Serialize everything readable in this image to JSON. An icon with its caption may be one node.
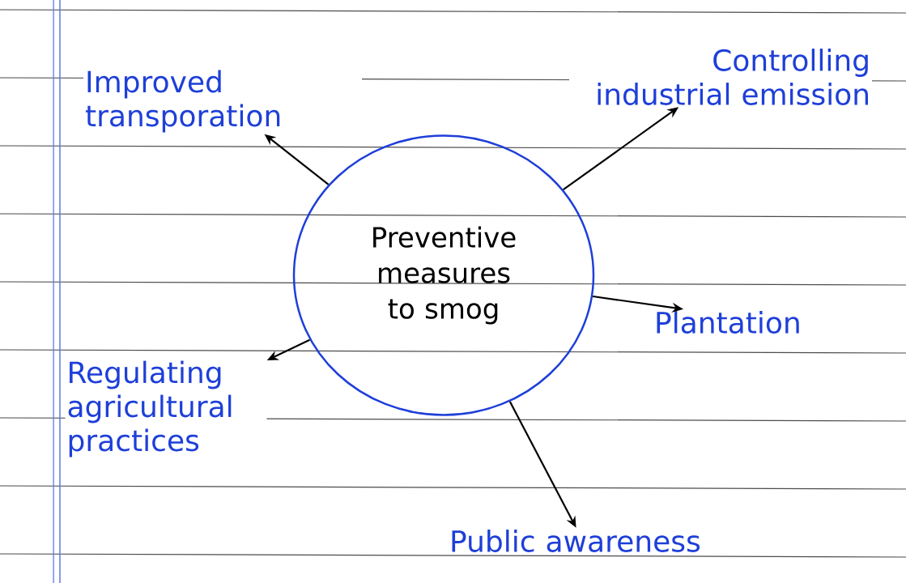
{
  "diagram": {
    "nodes": [
      {
        "text": [
          "Preventive measures to smog"
        ]
      },
      {
        "text": [
          "Improved transporation"
        ]
      },
      {
        "text": [
          "Controlling industrial emission"
        ]
      },
      {
        "text": [
          "Plantation"
        ]
      },
      {
        "text": [
          "Regulating agricultural practices"
        ]
      },
      {
        "text": [
          "Public awareness"
        ]
      }
    ],
    "edges": [
      {
        "from": 0,
        "to": 1,
        "arrow": "to"
      },
      {
        "from": 0,
        "to": 2,
        "arrow": "to"
      },
      {
        "from": 0,
        "to": 3,
        "arrow": "to"
      },
      {
        "from": 0,
        "to": 4,
        "arrow": "to"
      },
      {
        "from": 0,
        "to": 5,
        "arrow": "to"
      }
    ]
  }
}
